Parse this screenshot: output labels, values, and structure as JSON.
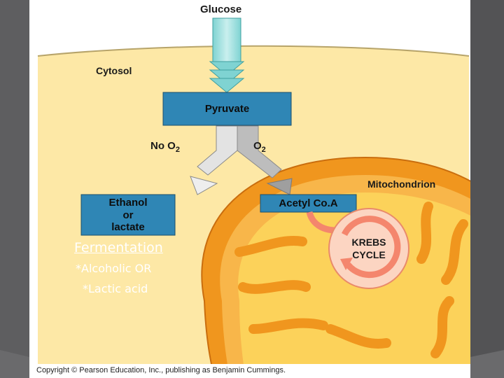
{
  "diagram": {
    "glucose_label": "Glucose",
    "cytosol_label": "Cytosol",
    "pyruvate_label": "Pyruvate",
    "no_o2_prefix": "No O",
    "o2_prefix": "O",
    "subscript_2": "2",
    "fermentation_box_lines": [
      "Ethanol",
      "or",
      "lactate"
    ],
    "acetyl_label": "Acetyl Co.A",
    "mitochondrion_label": "Mitochondrion",
    "krebs_lines": [
      "KREBS",
      "CYCLE"
    ],
    "copyright": "Copyright © Pearson Education, Inc., publishing as Benjamin Cummings."
  },
  "notes": {
    "heading": "Fermentation",
    "items": [
      "*Alcoholic OR",
      "*Lactic acid"
    ]
  },
  "colors": {
    "cytosol_fill": "#fde8a6",
    "box_fill": "#2f86b5",
    "mito_orange": "#f0961e",
    "mito_inner": "#fcd25a",
    "krebs_ring": "#f4866d"
  }
}
